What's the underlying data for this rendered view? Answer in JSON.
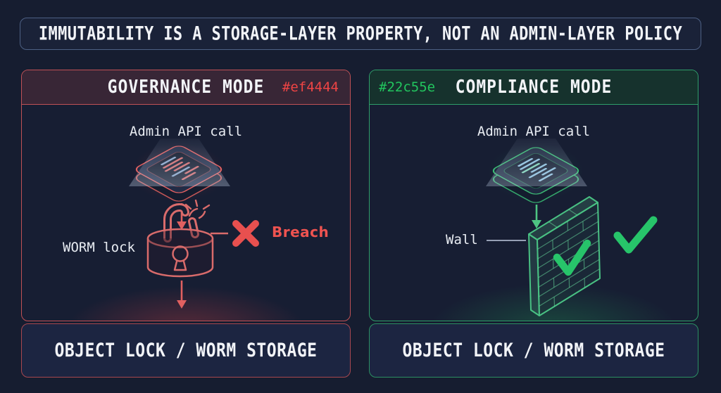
{
  "banner": {
    "title": "IMMUTABILITY IS A STORAGE-LAYER PROPERTY, NOT AN ADMIN-LAYER POLICY"
  },
  "governance_panel": {
    "title": "GOVERNANCE MODE",
    "hex_code": "#ef4444",
    "admin_api_label": "Admin API call",
    "worm_lock_label": "WORM lock",
    "breach_label": "Breach",
    "footer": "OBJECT LOCK / WORM STORAGE"
  },
  "compliance_panel": {
    "title": "COMPLIANCE MODE",
    "hex_code": "#22c55e",
    "admin_api_label": "Admin API call",
    "wall_label": "Wall",
    "footer": "OBJECT LOCK / WORM STORAGE"
  },
  "colors": {
    "red_accent": "#ef4444",
    "green_accent": "#22c55e",
    "background": "#161d30"
  },
  "icons": {
    "governance": [
      "chip-icon",
      "light-beam",
      "arrow-down-icon",
      "broken-padlock-icon",
      "x-mark-icon"
    ],
    "compliance": [
      "chip-icon",
      "light-beam",
      "arrow-down-icon",
      "brick-wall-icon",
      "check-mark-icon"
    ]
  }
}
